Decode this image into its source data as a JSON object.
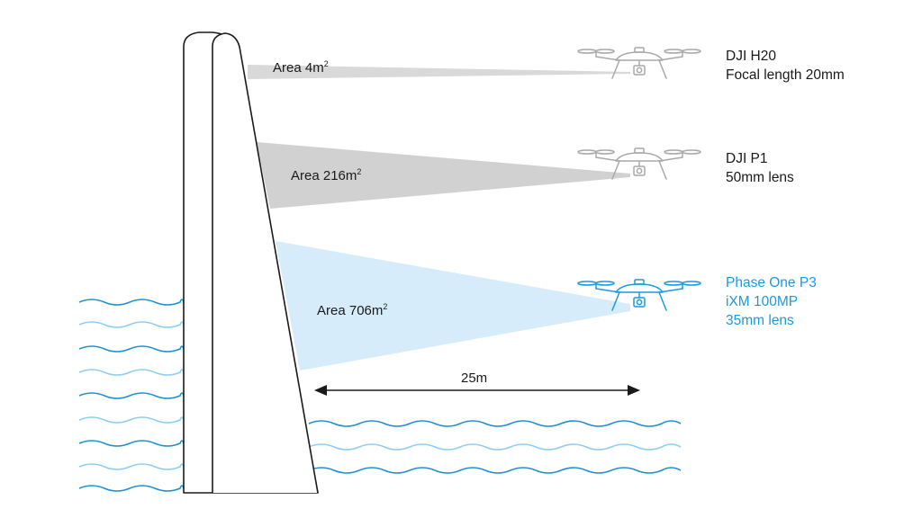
{
  "colors": {
    "wave_dark": "#1f8fd3",
    "wave_light": "#8ccdf0",
    "cone_light_grey": "#d9d9d9",
    "cone_grey": "#d1d1d1",
    "cone_blue": "#d6ecfa",
    "drone_grey": "#a9a9a9",
    "drone_blue": "#1a9ae0",
    "text_dark": "#1a1a1a",
    "text_blue": "#1a9ae0"
  },
  "cones": [
    {
      "id": "h20",
      "label_prefix": "Area 4m",
      "label_sup": "2",
      "color_key": "cone_light_grey"
    },
    {
      "id": "p1",
      "label_prefix": "Area 216m",
      "label_sup": "2",
      "color_key": "cone_grey"
    },
    {
      "id": "p3",
      "label_prefix": "Area 706m",
      "label_sup": "2",
      "color_key": "cone_blue"
    }
  ],
  "drones": [
    {
      "id": "h20",
      "lines": [
        "DJI H20",
        "Focal length 20mm"
      ],
      "color_key": "drone_grey",
      "text_color_key": "text_dark",
      "icon": "drone-icon"
    },
    {
      "id": "p1",
      "lines": [
        "DJI P1",
        "50mm lens"
      ],
      "color_key": "drone_grey",
      "text_color_key": "text_dark",
      "icon": "drone-icon"
    },
    {
      "id": "p3",
      "lines": [
        "Phase One P3",
        "iXM 100MP",
        "35mm lens"
      ],
      "color_key": "drone_blue",
      "text_color_key": "text_blue",
      "icon": "drone-icon"
    }
  ],
  "distance": {
    "label": "25m"
  }
}
